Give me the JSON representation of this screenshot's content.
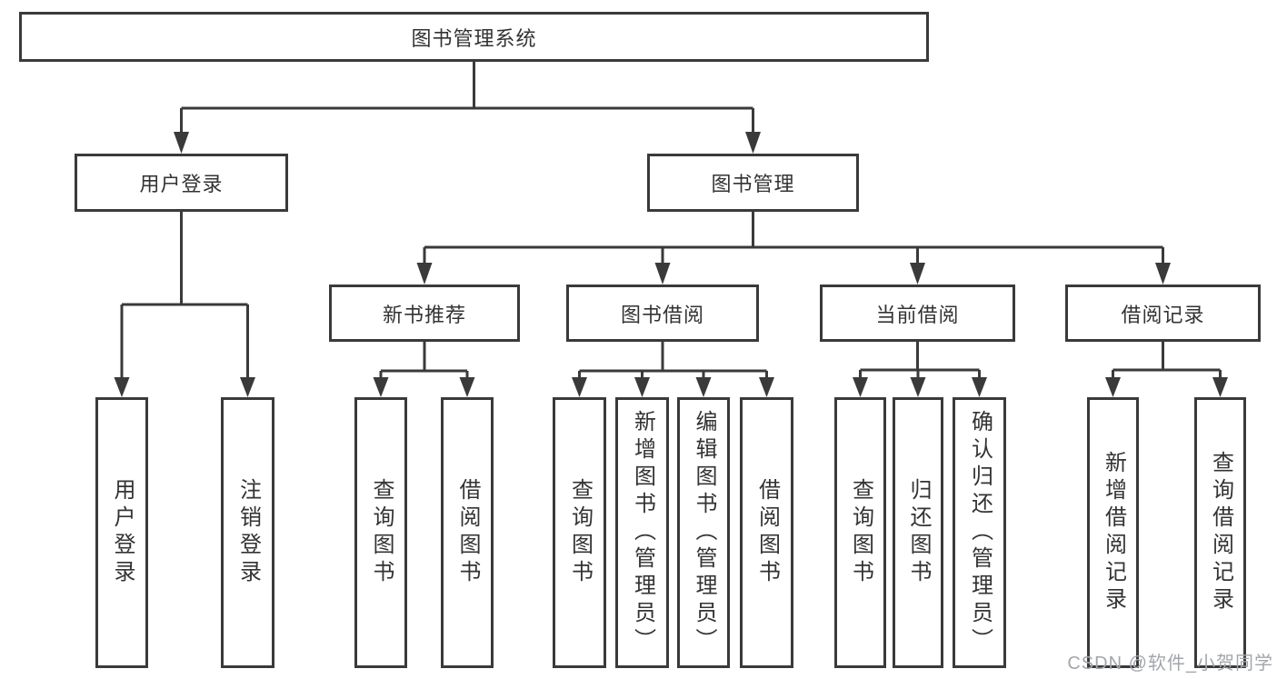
{
  "diagram": {
    "root": {
      "label": "图书管理系统"
    },
    "level2": [
      {
        "label": "用户登录"
      },
      {
        "label": "图书管理"
      }
    ],
    "level3": [
      {
        "label": "新书推荐"
      },
      {
        "label": "图书借阅"
      },
      {
        "label": "当前借阅"
      },
      {
        "label": "借阅记录"
      }
    ],
    "leaves": [
      {
        "label": "用户登录"
      },
      {
        "label": "注销登录"
      },
      {
        "label": "查询图书"
      },
      {
        "label": "借阅图书"
      },
      {
        "label": "查询图书"
      },
      {
        "label": "新增图书（管理员）"
      },
      {
        "label": "编辑图书（管理员）"
      },
      {
        "label": "借阅图书"
      },
      {
        "label": "查询图书"
      },
      {
        "label": "归还图书"
      },
      {
        "label": "确认归还（管理员）"
      },
      {
        "label": "新增借阅记录"
      },
      {
        "label": "查询借阅记录"
      }
    ]
  },
  "watermark": {
    "text": "CSDN @软件_小贺同学"
  },
  "colors": {
    "line": "#3a3a3a",
    "text": "#333333",
    "node_bg": "#ffffff",
    "watermark": "#a2a6ac",
    "background": "#ffffff"
  }
}
